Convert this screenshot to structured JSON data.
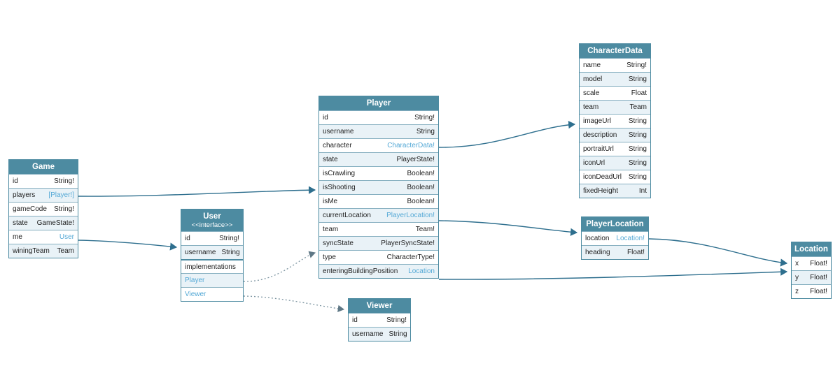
{
  "diagram": {
    "colors": {
      "header_bg": "#4d8ba1",
      "header_text": "#ffffff",
      "row_alt_bg": "#e9f2f7",
      "border": "#4d8ba1",
      "link_text": "#55a9d6",
      "edge_solid": "#2e6f8e",
      "edge_dotted": "#7d95a1"
    },
    "nodes": [
      {
        "id": "game",
        "title": "Game",
        "stereotype": "",
        "fields": [
          {
            "kind": "field",
            "name": "id",
            "type": "String!",
            "link": false
          },
          {
            "kind": "field",
            "name": "players",
            "type": "[Player!]",
            "link": true
          },
          {
            "kind": "field",
            "name": "gameCode",
            "type": "String!",
            "link": false
          },
          {
            "kind": "field",
            "name": "state",
            "type": "GameState!",
            "link": false
          },
          {
            "kind": "field",
            "name": "me",
            "type": "User",
            "link": true
          },
          {
            "kind": "field",
            "name": "winingTeam",
            "type": "Team",
            "link": false
          }
        ]
      },
      {
        "id": "user",
        "title": "User",
        "stereotype": "<<interface>>",
        "fields": [
          {
            "kind": "field",
            "name": "id",
            "type": "String!",
            "link": false
          },
          {
            "kind": "field",
            "name": "username",
            "type": "String",
            "link": false
          },
          {
            "kind": "section",
            "name": "implementations",
            "type": "",
            "link": false
          },
          {
            "kind": "linkrow",
            "name": "Player",
            "type": "",
            "link": true
          },
          {
            "kind": "linkrow",
            "name": "Viewer",
            "type": "",
            "link": true
          }
        ]
      },
      {
        "id": "player",
        "title": "Player",
        "stereotype": "",
        "fields": [
          {
            "kind": "field",
            "name": "id",
            "type": "String!",
            "link": false
          },
          {
            "kind": "field",
            "name": "username",
            "type": "String",
            "link": false
          },
          {
            "kind": "field",
            "name": "character",
            "type": "CharacterData!",
            "link": true
          },
          {
            "kind": "field",
            "name": "state",
            "type": "PlayerState!",
            "link": false
          },
          {
            "kind": "field",
            "name": "isCrawling",
            "type": "Boolean!",
            "link": false
          },
          {
            "kind": "field",
            "name": "isShooting",
            "type": "Boolean!",
            "link": false
          },
          {
            "kind": "field",
            "name": "isMe",
            "type": "Boolean!",
            "link": false
          },
          {
            "kind": "field",
            "name": "currentLocation",
            "type": "PlayerLocation!",
            "link": true
          },
          {
            "kind": "field",
            "name": "team",
            "type": "Team!",
            "link": false
          },
          {
            "kind": "field",
            "name": "syncState",
            "type": "PlayerSyncState!",
            "link": false
          },
          {
            "kind": "field",
            "name": "type",
            "type": "CharacterType!",
            "link": false
          },
          {
            "kind": "field",
            "name": "enteringBuildingPosition",
            "type": "Location",
            "link": true
          }
        ]
      },
      {
        "id": "characterData",
        "title": "CharacterData",
        "stereotype": "",
        "fields": [
          {
            "kind": "field",
            "name": "name",
            "type": "String!",
            "link": false
          },
          {
            "kind": "field",
            "name": "model",
            "type": "String",
            "link": false
          },
          {
            "kind": "field",
            "name": "scale",
            "type": "Float",
            "link": false
          },
          {
            "kind": "field",
            "name": "team",
            "type": "Team",
            "link": false
          },
          {
            "kind": "field",
            "name": "imageUrl",
            "type": "String",
            "link": false
          },
          {
            "kind": "field",
            "name": "description",
            "type": "String",
            "link": false
          },
          {
            "kind": "field",
            "name": "portraitUrl",
            "type": "String",
            "link": false
          },
          {
            "kind": "field",
            "name": "iconUrl",
            "type": "String",
            "link": false
          },
          {
            "kind": "field",
            "name": "iconDeadUrl",
            "type": "String",
            "link": false
          },
          {
            "kind": "field",
            "name": "fixedHeight",
            "type": "Int",
            "link": false
          }
        ]
      },
      {
        "id": "playerLocation",
        "title": "PlayerLocation",
        "stereotype": "",
        "fields": [
          {
            "kind": "field",
            "name": "location",
            "type": "Location!",
            "link": true
          },
          {
            "kind": "field",
            "name": "heading",
            "type": "Float!",
            "link": false
          }
        ]
      },
      {
        "id": "location",
        "title": "Location",
        "stereotype": "",
        "fields": [
          {
            "kind": "field",
            "name": "x",
            "type": "Float!",
            "link": false
          },
          {
            "kind": "field",
            "name": "y",
            "type": "Float!",
            "link": false
          },
          {
            "kind": "field",
            "name": "z",
            "type": "Float!",
            "link": false
          }
        ]
      },
      {
        "id": "viewer",
        "title": "Viewer",
        "stereotype": "",
        "fields": [
          {
            "kind": "field",
            "name": "id",
            "type": "String!",
            "link": false
          },
          {
            "kind": "field",
            "name": "username",
            "type": "String",
            "link": false
          }
        ]
      }
    ],
    "edges": [
      {
        "id": "game-players",
        "from": "Game.players",
        "to": "Player",
        "style": "solid"
      },
      {
        "id": "game-me",
        "from": "Game.me",
        "to": "User",
        "style": "solid"
      },
      {
        "id": "user-player",
        "from": "User.Player",
        "to": "Player",
        "style": "dotted"
      },
      {
        "id": "user-viewer",
        "from": "User.Viewer",
        "to": "Viewer",
        "style": "dotted"
      },
      {
        "id": "player-character",
        "from": "Player.character",
        "to": "CharacterData",
        "style": "solid"
      },
      {
        "id": "player-currentlocation",
        "from": "Player.currentLocation",
        "to": "PlayerLocation",
        "style": "solid"
      },
      {
        "id": "playerlocation-location",
        "from": "PlayerLocation.location",
        "to": "Location",
        "style": "solid"
      },
      {
        "id": "player-enteringbuildingposition",
        "from": "Player.enteringBuildingPosition",
        "to": "Location",
        "style": "solid"
      }
    ]
  }
}
